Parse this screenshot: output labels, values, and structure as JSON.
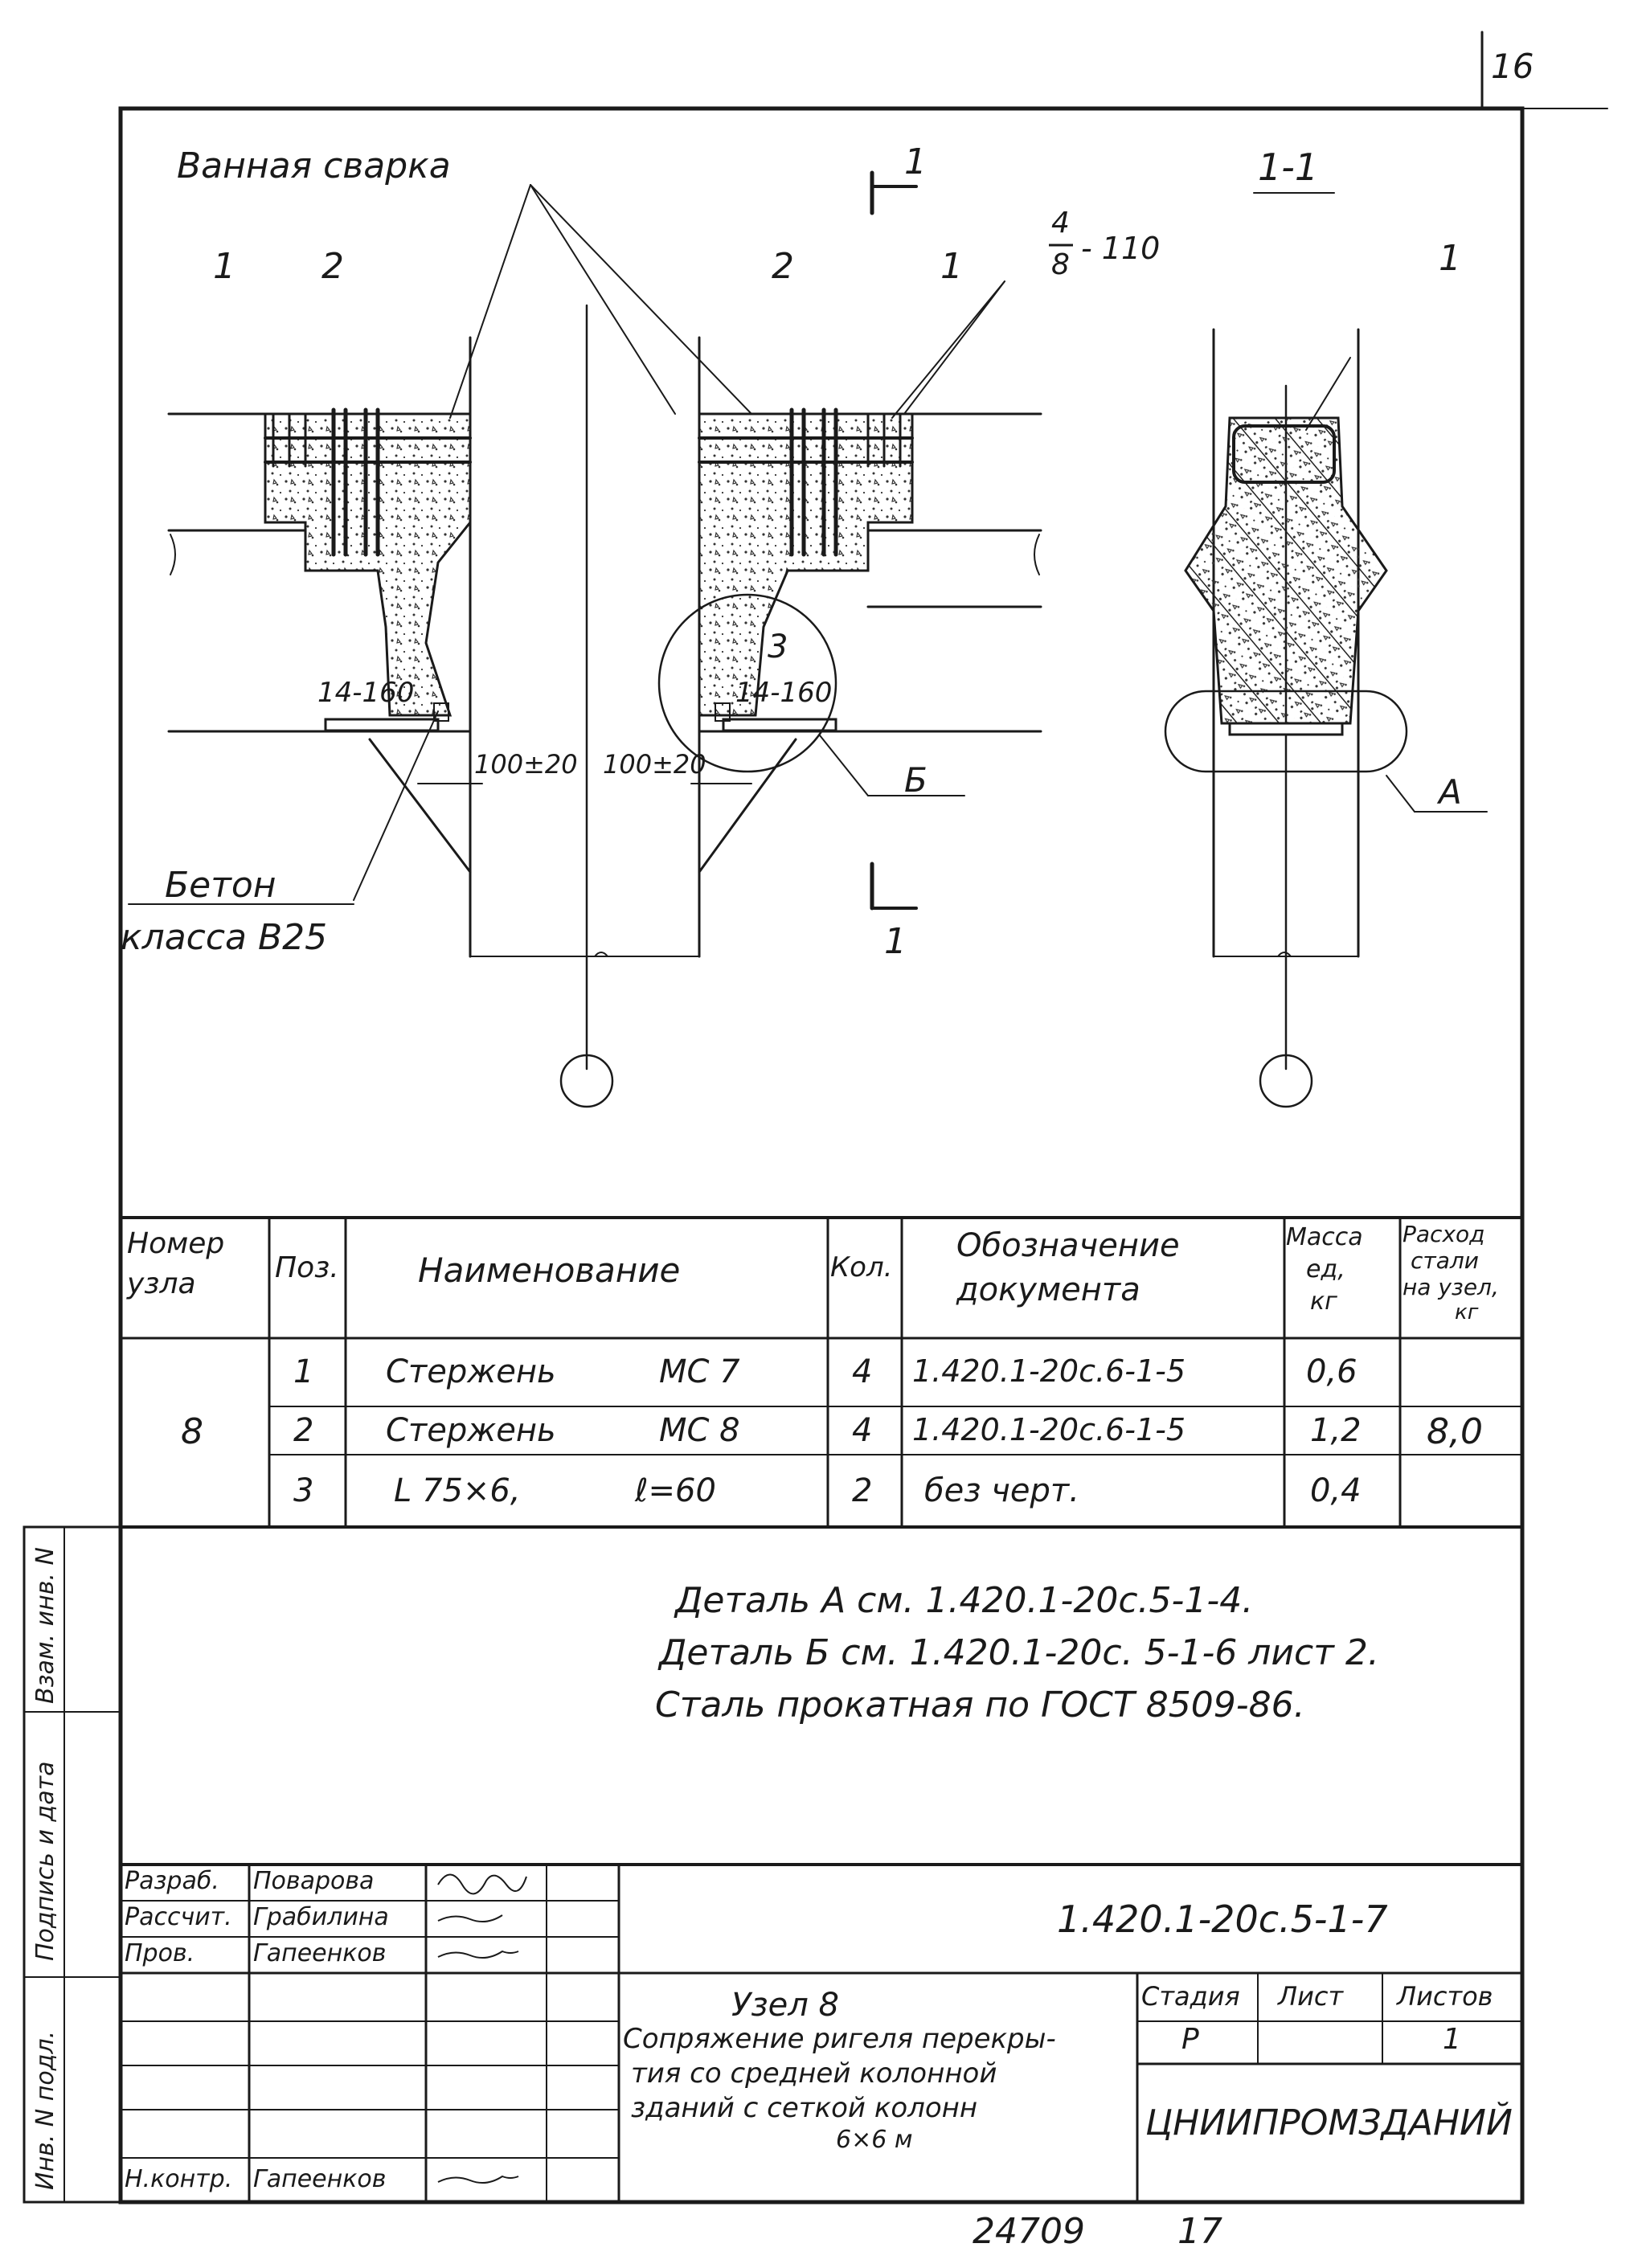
{
  "sheet": {
    "corner_number": "16"
  },
  "drawing": {
    "label_bath_welding": "Ванная сварка",
    "label_concrete_line1": "Бетон",
    "label_concrete_line2": "класса В25",
    "section_label": "1-1",
    "cut_mark_top": "1",
    "cut_mark_bottom": "1",
    "pos_1_left": "1",
    "pos_2_left": "2",
    "pos_2_mid": "2",
    "pos_1_mid": "1",
    "pos_1_right": "1",
    "fraction_num": "4",
    "fraction_den": "8",
    "fraction_suffix": "- 110",
    "dim_14_160_left": "14-160",
    "dim_14_160_right": "14-160",
    "dim_100_left": "100±20",
    "dim_100_right": "100±20",
    "pos_3": "3",
    "detail_b": "Б",
    "detail_a": "А"
  },
  "spec_table": {
    "headers": {
      "node": [
        "Номер",
        "узла"
      ],
      "pos": "Поз.",
      "name": "Наименование",
      "qty": "Кол.",
      "doc": [
        "Обозначение",
        "документа"
      ],
      "mass": [
        "Масса",
        "ед,",
        "кг"
      ],
      "steel": [
        "Расход",
        "стали",
        "на узел,",
        "кг"
      ]
    },
    "node_number": "8",
    "steel_total": "8,0",
    "rows": [
      {
        "pos": "1",
        "name": "Стержень",
        "mark": "МС 7",
        "qty": "4",
        "doc": "1.420.1-20с.6-1-5",
        "mass": "0,6"
      },
      {
        "pos": "2",
        "name": "Стержень",
        "mark": "МС 8",
        "qty": "4",
        "doc": "1.420.1-20с.6-1-5",
        "mass": "1,2"
      },
      {
        "pos": "3",
        "name": "L 75×6,",
        "mark": "ℓ=60",
        "qty": "2",
        "doc": "без черт.",
        "mass": "0,4"
      }
    ]
  },
  "notes": [
    "Деталь А см. 1.420.1-20с.5-1-4.",
    "Деталь Б см. 1.420.1-20с. 5-1-6 лист 2.",
    "Сталь прокатная по ГОСТ 8509-86."
  ],
  "side_stamp": {
    "inv_orig": "Инв. N подл.",
    "sign_date": "Подпись и дата",
    "replace_inv": "Взам. инв. N"
  },
  "title_block": {
    "code": "1.420.1-20с.5-1-7",
    "rows": [
      {
        "role": "Разраб.",
        "name": "Поварова"
      },
      {
        "role": "Рассчит.",
        "name": "Грабилина"
      },
      {
        "role": "Пров.",
        "name": "Гапеенков"
      },
      {
        "role": "Н.контр.",
        "name": "Гапеенков"
      }
    ],
    "title_line1": "Узел 8",
    "title_line2": "Сопряжение ригеля перекры-",
    "title_line3": "тия со средней колонной",
    "title_line4": "зданий с сеткой колонн",
    "title_line5": "6×6 м",
    "stage_label": "Стадия",
    "sheet_label": "Лист",
    "sheets_label": "Листов",
    "stage_value": "Р",
    "sheet_value": "",
    "sheets_value": "1",
    "organization": "ЦНИИПРОМЗДАНИЙ"
  },
  "footer": {
    "archive_number": "24709",
    "page": "17"
  }
}
